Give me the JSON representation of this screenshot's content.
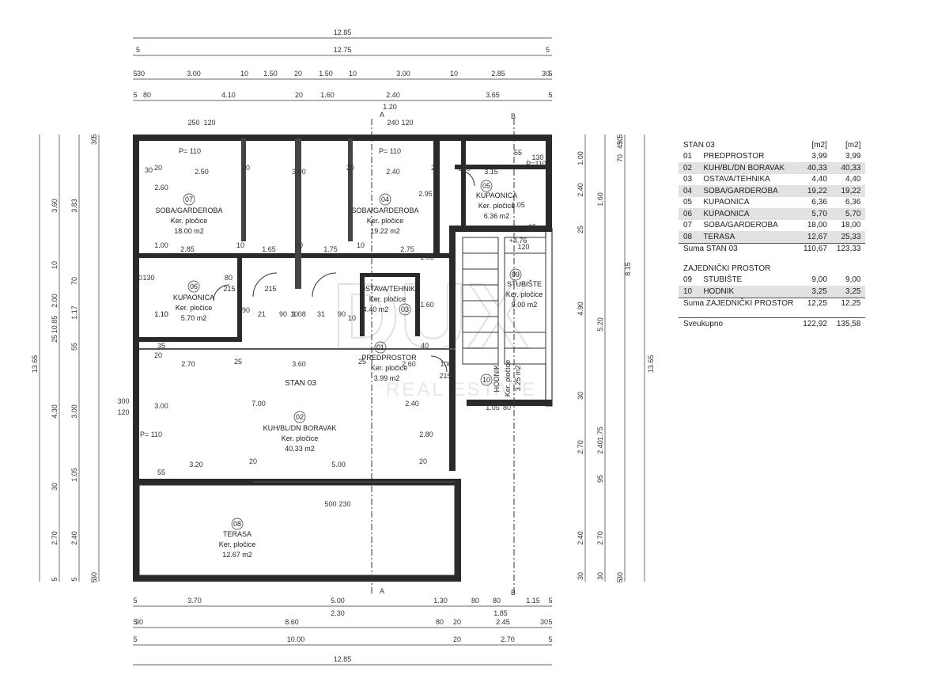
{
  "table": {
    "title": "STAN 03",
    "unit1": "[m2]",
    "unit2": "[m2]",
    "rows": [
      {
        "no": "01",
        "name": "PREDPROSTOR",
        "a": "3,99",
        "b": "3,99"
      },
      {
        "no": "02",
        "name": "KUH/BL/DN BORAVAK",
        "a": "40,33",
        "b": "40,33"
      },
      {
        "no": "03",
        "name": "OSTAVA/TEHNIKA",
        "a": "4,40",
        "b": "4,40"
      },
      {
        "no": "04",
        "name": "SOBA/GARDEROBA",
        "a": "19,22",
        "b": "19,22"
      },
      {
        "no": "05",
        "name": "KUPAONICA",
        "a": "6,36",
        "b": "6,36"
      },
      {
        "no": "06",
        "name": "KUPAONICA",
        "a": "5,70",
        "b": "5,70"
      },
      {
        "no": "07",
        "name": "SOBA/GARDEROBA",
        "a": "18,00",
        "b": "18,00"
      },
      {
        "no": "08",
        "name": "TERASA",
        "a": "12,67",
        "b": "25,33"
      }
    ],
    "sum_stan": {
      "label": "Suma STAN 03",
      "a": "110,67",
      "b": "123,33"
    },
    "shared_title": "ZAJEDNIČKI PROSTOR",
    "shared_rows": [
      {
        "no": "09",
        "name": "STUBIŠTE",
        "a": "9,00",
        "b": "9,00"
      },
      {
        "no": "10",
        "name": "HODNIK",
        "a": "3,25",
        "b": "3,25"
      }
    ],
    "sum_shared": {
      "label": "Suma ZAJEDNIČKI PROSTOR",
      "a": "12,25",
      "b": "12,25"
    },
    "total": {
      "label": "Sveukupno",
      "a": "122,92",
      "b": "135,58"
    }
  },
  "apartment_label": "STAN 03",
  "rooms": {
    "r07": {
      "no": "07",
      "name": "SOBA/GARDEROBA",
      "floor": "Ker. pločice",
      "area": "18.00 m2"
    },
    "r04": {
      "no": "04",
      "name": "SOBA/GARDEROBA",
      "floor": "Ker. pločice",
      "area": "19.22 m2"
    },
    "r05": {
      "no": "05",
      "name": "KUPAONICA",
      "floor": "Ker. pločice",
      "area": "6.36 m2"
    },
    "r06": {
      "no": "06",
      "name": "KUPAONICA",
      "floor": "Ker. pločice",
      "area": "5.70 m2"
    },
    "r03": {
      "no": "03",
      "name": "OSTAVA/TEHNIKA",
      "floor": "Ker. pločice",
      "area": "4.40 m2"
    },
    "r09": {
      "no": "09",
      "name": "STUBIŠTE",
      "floor": "Ker. pločice",
      "area": "9.00 m2"
    },
    "r01": {
      "no": "01",
      "name": "PREDPROSTOR",
      "floor": "Ker. pločice",
      "area": "3.99 m2"
    },
    "r10": {
      "no": "10",
      "name": "HODNIK",
      "floor": "Ker. pločice",
      "area": "3.25 m2"
    },
    "r02": {
      "no": "02",
      "name": "KUH/BL/DN BORAVAK",
      "floor": "Ker. pločice",
      "area": "40.33 m2"
    },
    "r08": {
      "no": "08",
      "name": "TERASA",
      "floor": "Ker. pločice",
      "area": "12.67 m2"
    }
  },
  "dims": {
    "top_total": "12.85",
    "top_5a": "5",
    "top_5b": "5",
    "top_total2": "12.75",
    "top_row3": [
      "5",
      "30",
      "3.00",
      "10",
      "1.50",
      "20",
      "1.50",
      "10",
      "3.00",
      "10",
      "2.85",
      "30",
      "5"
    ],
    "top_row4": [
      "5",
      "80",
      "4.10",
      "20",
      "1.60",
      "2.40",
      "3.65",
      "5"
    ],
    "top_120": "1.20",
    "bottom_row1": [
      "5",
      "3.70",
      "5.00",
      "1.30",
      "80",
      "80",
      "1.15",
      "5"
    ],
    "bottom_230": "2.30",
    "bottom_185": "1.85",
    "bottom_row2": [
      "5",
      "30",
      "8.60",
      "80",
      "20",
      "2.45",
      "30",
      "5"
    ],
    "bottom_row3": [
      "5",
      "10.00",
      "20",
      "2.70",
      "5"
    ],
    "bottom_total": "12.85",
    "left_outer": "13.65",
    "left_1085": "10.85",
    "left_a": [
      "3.60",
      "10",
      "2.00",
      "25",
      "4.30",
      "30",
      "2.70",
      "5"
    ],
    "left_b": [
      "3.83",
      "70",
      "1.17",
      "55",
      "3.00",
      "1.05",
      "2.40",
      "5"
    ],
    "left_c": [
      "30",
      "5",
      "30",
      "5"
    ],
    "right_outer": "13.65",
    "right_815": "8.15",
    "right_a": [
      "1.00",
      "2.40",
      "25",
      "4.90",
      "30",
      "2.70",
      "2.40",
      "30"
    ],
    "right_b": [
      "1.60",
      "5.20",
      "2.40",
      "1.75",
      "95",
      "2.70",
      "30"
    ],
    "right_c": [
      "70",
      "45",
      "30",
      "5",
      "30",
      "5"
    ],
    "inner": [
      "250",
      "120",
      "P= 110",
      "30",
      "20",
      "2.50",
      "20",
      "3.00",
      "20",
      "2.40",
      "20",
      "2.60",
      "2.85",
      "10",
      "1.65",
      "20",
      "1.75",
      "10",
      "2.75",
      "1.00",
      "P= 110",
      "240",
      "120",
      "80",
      "3.15",
      "55",
      "130",
      "P=110",
      "2.95",
      "1.05",
      "1.05",
      "25",
      "+4.76",
      "120",
      "70",
      "130",
      "80",
      "215",
      "215",
      "90",
      "21",
      "90",
      "10",
      "1.08",
      "31",
      "90",
      "10",
      "1.10",
      "20",
      "35",
      "2.70",
      "25",
      "3.60",
      "25",
      "2.60",
      "40",
      "100",
      "215",
      "2.40",
      "7.00",
      "3.00",
      "300",
      "120",
      "P= 110",
      "2.80",
      "3.20",
      "20",
      "5.00",
      "20",
      "55",
      "500",
      "230",
      "1.60",
      "1.10",
      "1.05",
      "80",
      "165"
    ],
    "markers": [
      "A",
      "A",
      "B",
      "B"
    ]
  },
  "watermark": {
    "text": "DUX",
    "sub": "REAL ESTATE"
  }
}
